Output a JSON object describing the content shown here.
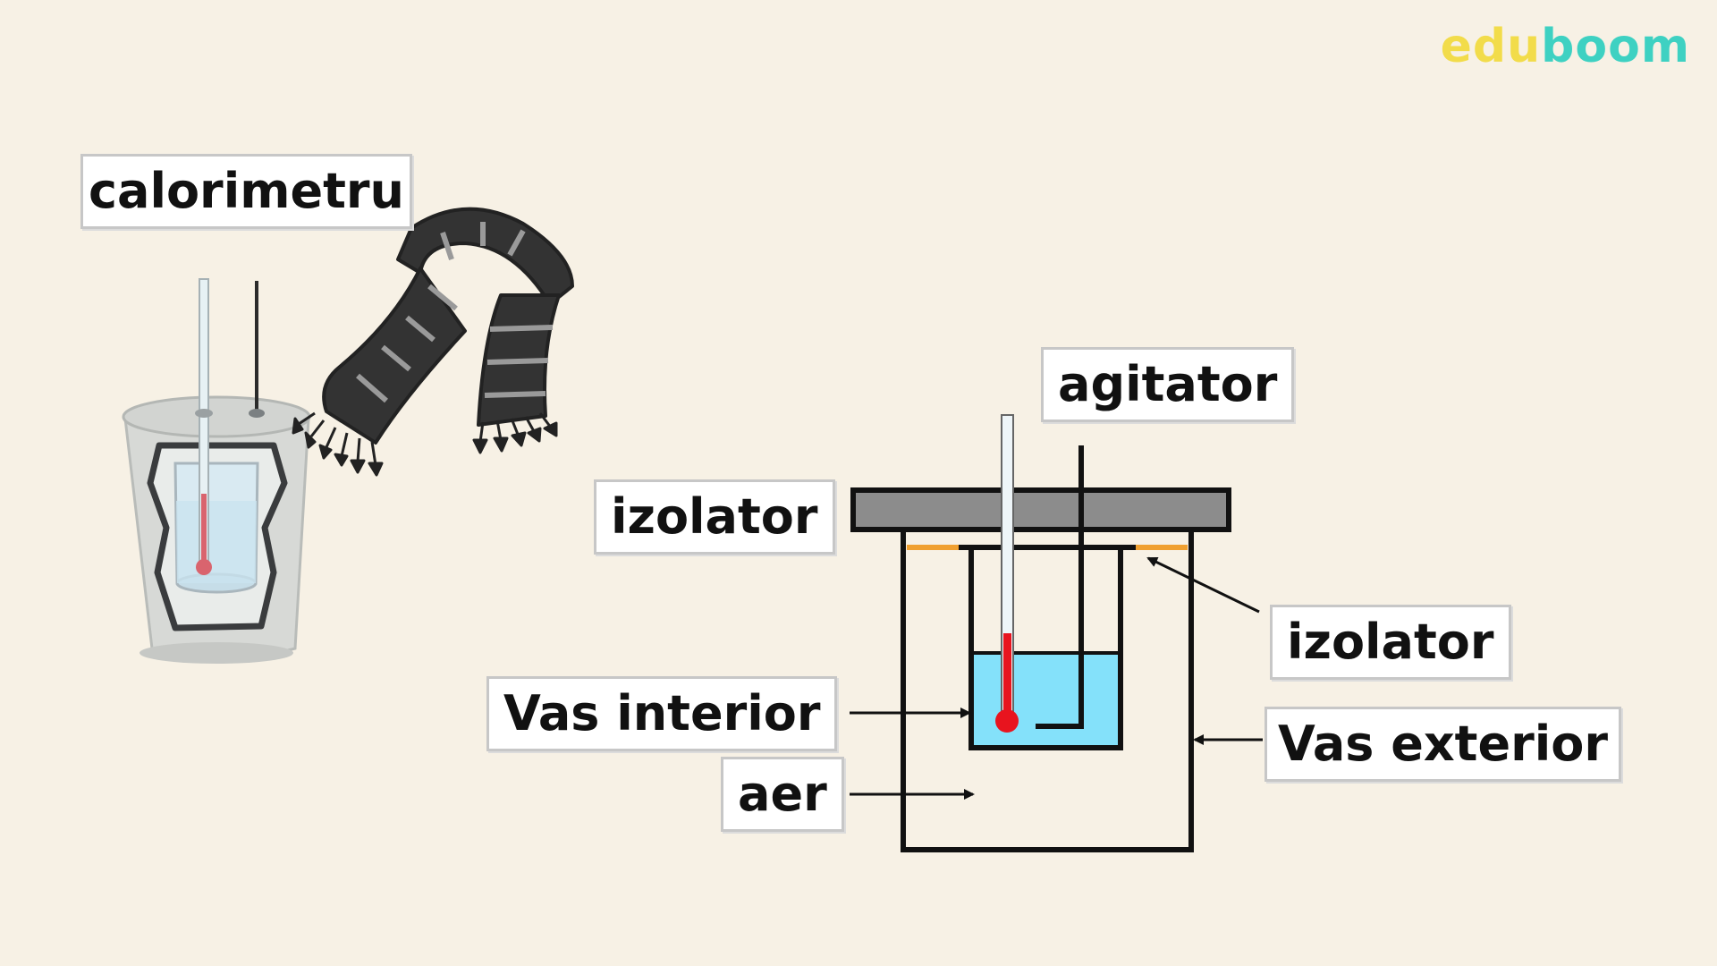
{
  "brand": {
    "edu": "edu",
    "boom": "boom",
    "edu_color": "#f2dc4a",
    "boom_color": "#3ed1c2"
  },
  "labels": {
    "calorimeter": "calorimetru",
    "stirrer": "agitator",
    "insulator_top": "izolator",
    "insulator_right": "izolator",
    "inner_vessel": "Vas interior",
    "outer_vessel": "Vas exterior",
    "air": "aer"
  },
  "colors": {
    "background": "#f7f1e5",
    "water": "#84e1fa",
    "lid": "#8c8c8c",
    "insulator_strip": "#f0a030",
    "thermometer_liquid": "#e8141e",
    "scarf": "#333333"
  },
  "icons": {
    "calorimeter_illustration": "calorimeter-cup-icon",
    "scarf_illustration": "scarf-icon"
  }
}
